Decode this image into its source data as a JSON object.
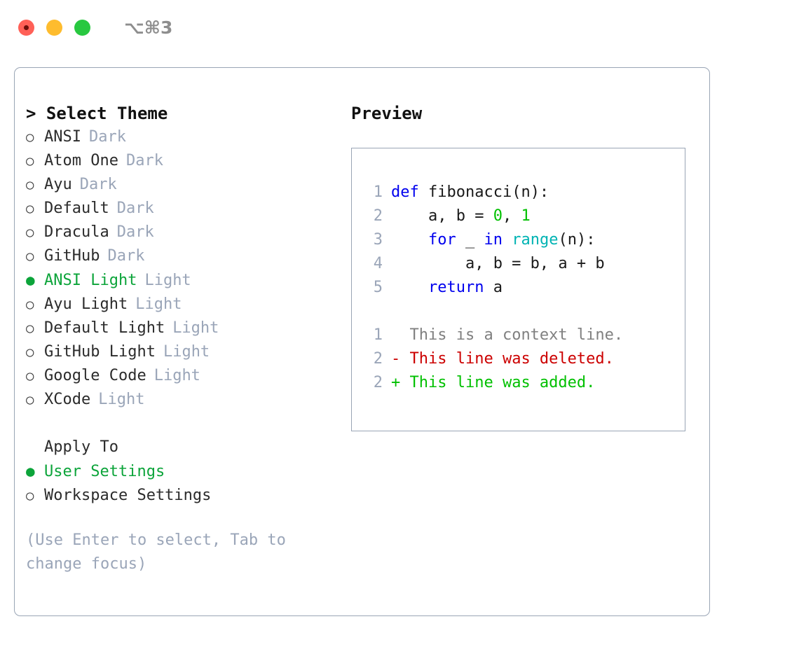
{
  "window": {
    "shortcut": "⌥⌘3",
    "traffic_lights": [
      "close-red",
      "minimize-yellow",
      "maximize-green"
    ]
  },
  "theme_picker": {
    "heading": "> Select Theme",
    "items": [
      {
        "bullet": "○",
        "label": "ANSI",
        "tag": "Dark",
        "selected": false
      },
      {
        "bullet": "○",
        "label": "Atom One",
        "tag": "Dark",
        "selected": false
      },
      {
        "bullet": "○",
        "label": "Ayu",
        "tag": "Dark",
        "selected": false
      },
      {
        "bullet": "○",
        "label": "Default",
        "tag": "Dark",
        "selected": false
      },
      {
        "bullet": "○",
        "label": "Dracula",
        "tag": "Dark",
        "selected": false
      },
      {
        "bullet": "○",
        "label": "GitHub",
        "tag": "Dark",
        "selected": false
      },
      {
        "bullet": "●",
        "label": "ANSI Light",
        "tag": "Light",
        "selected": true
      },
      {
        "bullet": "○",
        "label": "Ayu Light",
        "tag": "Light",
        "selected": false
      },
      {
        "bullet": "○",
        "label": "Default Light",
        "tag": "Light",
        "selected": false
      },
      {
        "bullet": "○",
        "label": "GitHub Light",
        "tag": "Light",
        "selected": false
      },
      {
        "bullet": "○",
        "label": "Google Code",
        "tag": "Light",
        "selected": false
      },
      {
        "bullet": "○",
        "label": "XCode",
        "tag": "Light",
        "selected": false
      }
    ]
  },
  "apply_to": {
    "heading": "Apply To",
    "items": [
      {
        "bullet": "●",
        "label": "User Settings",
        "selected": true
      },
      {
        "bullet": "○",
        "label": "Workspace Settings",
        "selected": false
      }
    ]
  },
  "hint": "(Use Enter to select, Tab to change focus)",
  "preview": {
    "heading": "Preview",
    "code_lines": [
      {
        "no": "1",
        "tokens": [
          {
            "t": "def",
            "c": "kw"
          },
          {
            "t": " fibonacci(n):",
            "c": ""
          }
        ]
      },
      {
        "no": "2",
        "tokens": [
          {
            "t": "    a, b = ",
            "c": ""
          },
          {
            "t": "0",
            "c": "num"
          },
          {
            "t": ", ",
            "c": ""
          },
          {
            "t": "1",
            "c": "num"
          }
        ]
      },
      {
        "no": "3",
        "tokens": [
          {
            "t": "    ",
            "c": ""
          },
          {
            "t": "for",
            "c": "kw"
          },
          {
            "t": " _ ",
            "c": ""
          },
          {
            "t": "in",
            "c": "kw"
          },
          {
            "t": " ",
            "c": ""
          },
          {
            "t": "range",
            "c": "fn"
          },
          {
            "t": "(n):",
            "c": ""
          }
        ]
      },
      {
        "no": "4",
        "tokens": [
          {
            "t": "        a, b = b, a + b",
            "c": ""
          }
        ]
      },
      {
        "no": "5",
        "tokens": [
          {
            "t": "    ",
            "c": ""
          },
          {
            "t": "return",
            "c": "kw"
          },
          {
            "t": " a",
            "c": ""
          }
        ]
      }
    ],
    "diff_lines": [
      {
        "no": "1",
        "marker": "  ",
        "text": "This is a context line.",
        "kind": "ctx"
      },
      {
        "no": "2",
        "marker": "- ",
        "text": "This line was deleted.",
        "kind": "del"
      },
      {
        "no": "2",
        "marker": "+ ",
        "text": "This line was added.",
        "kind": "add"
      }
    ]
  },
  "colors": {
    "accent_green": "#0ca43a",
    "tag_gray": "#9aa5b8",
    "border": "#99a5b5",
    "keyword_blue": "#0000ee",
    "function_cyan": "#00b3b3",
    "number_green": "#00c000",
    "diff_deleted": "#cc0000",
    "diff_added": "#00c000",
    "diff_context": "#808080",
    "traffic_red": "#ff6057",
    "traffic_yellow": "#febc2e",
    "traffic_green": "#28c840"
  }
}
